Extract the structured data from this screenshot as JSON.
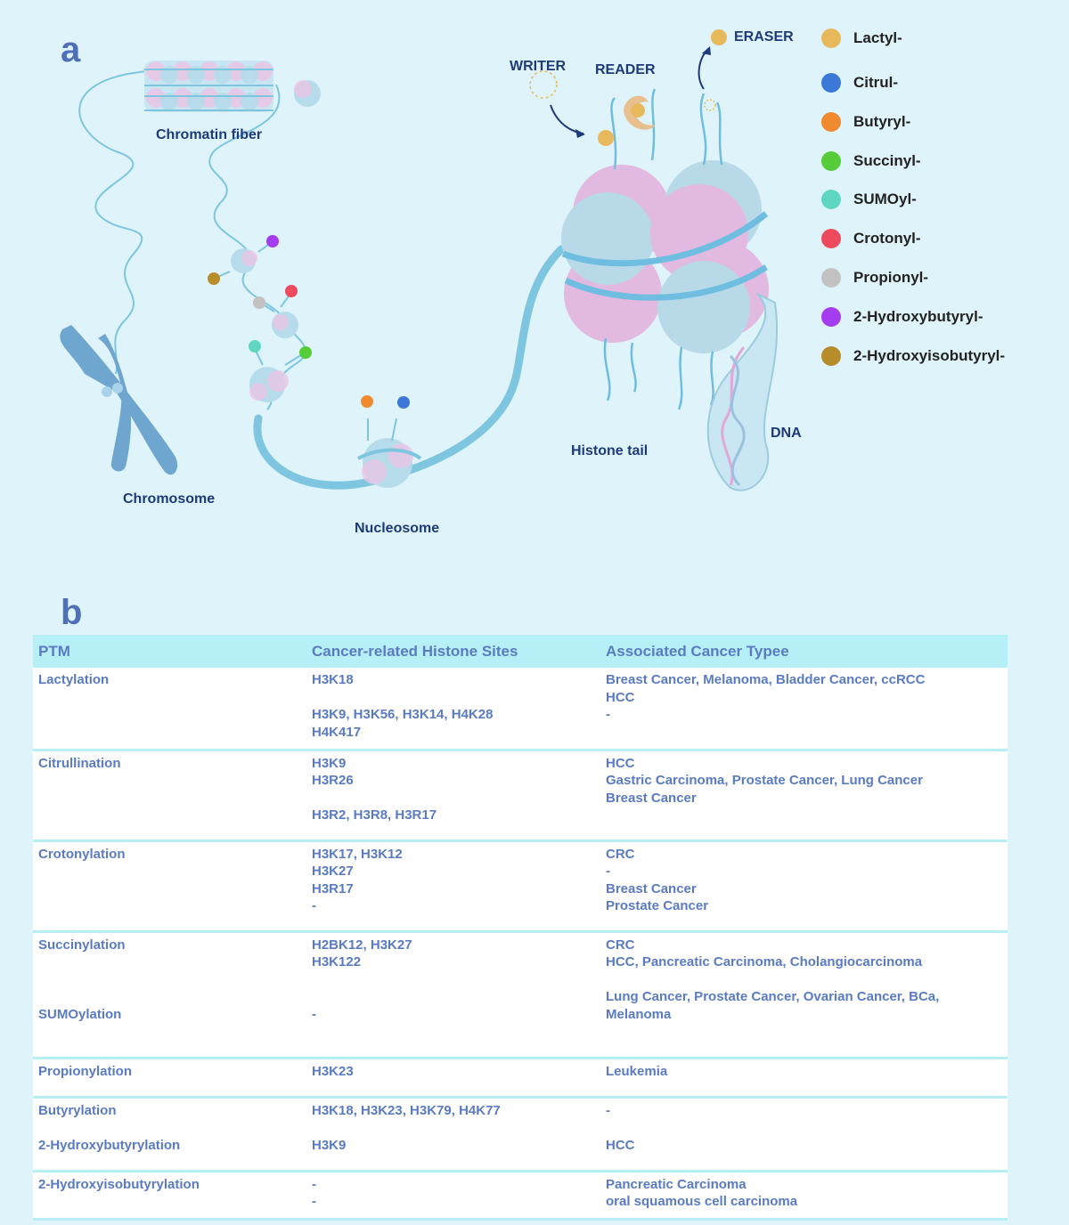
{
  "panel_a": {
    "letter": "a",
    "labels": {
      "chromatin_fiber": "Chromatin fiber",
      "chromosome": "Chromosome",
      "nucleosome": "Nucleosome",
      "writer": "WRITER",
      "reader": "READER",
      "eraser": "ERASER",
      "histone_tail": "Histone tail",
      "dna": "DNA"
    },
    "legend": [
      {
        "label": "Lactyl-",
        "color": "#e8b95a"
      },
      {
        "label": "Citrul-",
        "color": "#3b78d8"
      },
      {
        "label": "Butyryl-",
        "color": "#ef8a2f"
      },
      {
        "label": "Succinyl-",
        "color": "#55cc38"
      },
      {
        "label": "SUMOyl-",
        "color": "#5fd6c0"
      },
      {
        "label": "Crotonyl-",
        "color": "#ee4a5e"
      },
      {
        "label": "Propionyl-",
        "color": "#c2c2c2"
      },
      {
        "label": "2-Hydroxybutyryl-",
        "color": "#a53cef"
      },
      {
        "label": "2-Hydroxyisobutyryl-",
        "color": "#b98c2a"
      }
    ]
  },
  "panel_b": {
    "letter": "b",
    "headers": {
      "ptm": "PTM",
      "sites": "Cancer-related Histone Sites",
      "cancer": "Associated Cancer Typee"
    },
    "rows": [
      {
        "ptm": [
          "Lactylation",
          "",
          "",
          ""
        ],
        "sites": [
          "H3K18",
          "",
          "H3K9, H3K56, H3K14, H4K28",
          "H4K417"
        ],
        "cancer": [
          "Breast Cancer, Melanoma, Bladder Cancer, ccRCC",
          "HCC",
          "-",
          ""
        ]
      },
      {
        "ptm": [
          "Citrullination",
          "",
          "",
          ""
        ],
        "sites": [
          "H3K9",
          "H3R26",
          "",
          "H3R2, H3R8, H3R17"
        ],
        "cancer": [
          "HCC",
          "Gastric Carcinoma, Prostate Cancer, Lung Cancer",
          "Breast Cancer",
          ""
        ]
      },
      {
        "ptm": [
          "Crotonylation",
          "",
          "",
          ""
        ],
        "sites": [
          "H3K17, H3K12",
          "H3K27",
          "H3R17",
          "-"
        ],
        "cancer": [
          "CRC",
          "-",
          "Breast Cancer",
          "Prostate Cancer"
        ]
      },
      {
        "ptm": [
          "Succinylation",
          "",
          "",
          "",
          "SUMOylation",
          ""
        ],
        "sites": [
          "H2BK12, H3K27",
          "H3K122",
          "",
          "",
          "-",
          ""
        ],
        "cancer": [
          "CRC",
          "HCC, Pancreatic Carcinoma, Cholangiocarcinoma",
          "",
          "Lung Cancer, Prostate Cancer, Ovarian Cancer, BCa,",
          "Melanoma",
          ""
        ]
      },
      {
        "ptm": [
          "Propionylation"
        ],
        "sites": [
          "H3K23"
        ],
        "cancer": [
          "Leukemia"
        ]
      },
      {
        "ptm": [
          "Butyrylation",
          "",
          "2-Hydroxybutyrylation"
        ],
        "sites": [
          "H3K18, H3K23, H3K79, H4K77",
          "",
          "H3K9"
        ],
        "cancer": [
          "-",
          "",
          "HCC"
        ]
      },
      {
        "ptm": [
          "2-Hydroxyisobutyrylation",
          ""
        ],
        "sites": [
          "-",
          "-"
        ],
        "cancer": [
          "Pancreatic Carcinoma",
          "oral squamous cell carcinoma"
        ]
      }
    ]
  }
}
